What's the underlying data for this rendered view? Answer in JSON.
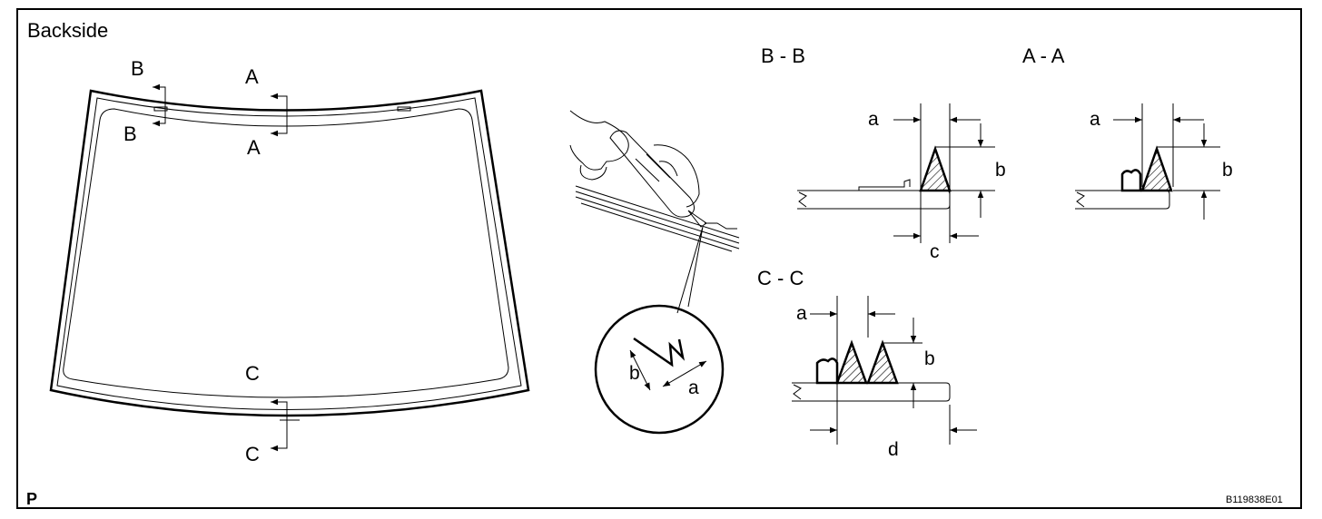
{
  "diagram": {
    "title": "Backside",
    "figure_code": "B119838E01",
    "corner_mark": "P",
    "windshield": {
      "section_markers": {
        "a_top": "A",
        "a_bottom": "A",
        "b_top": "B",
        "b_bottom": "B",
        "c_top": "C",
        "c_bottom": "C"
      }
    },
    "detail_circle": {
      "label_a": "a",
      "label_b": "b"
    },
    "sections": {
      "bb": {
        "title": "B - B",
        "label_a": "a",
        "label_b": "b",
        "label_c": "c"
      },
      "aa": {
        "title": "A - A",
        "label_a": "a",
        "label_b": "b"
      },
      "cc": {
        "title": "C - C",
        "label_a": "a",
        "label_b": "b",
        "label_d": "d"
      }
    }
  }
}
